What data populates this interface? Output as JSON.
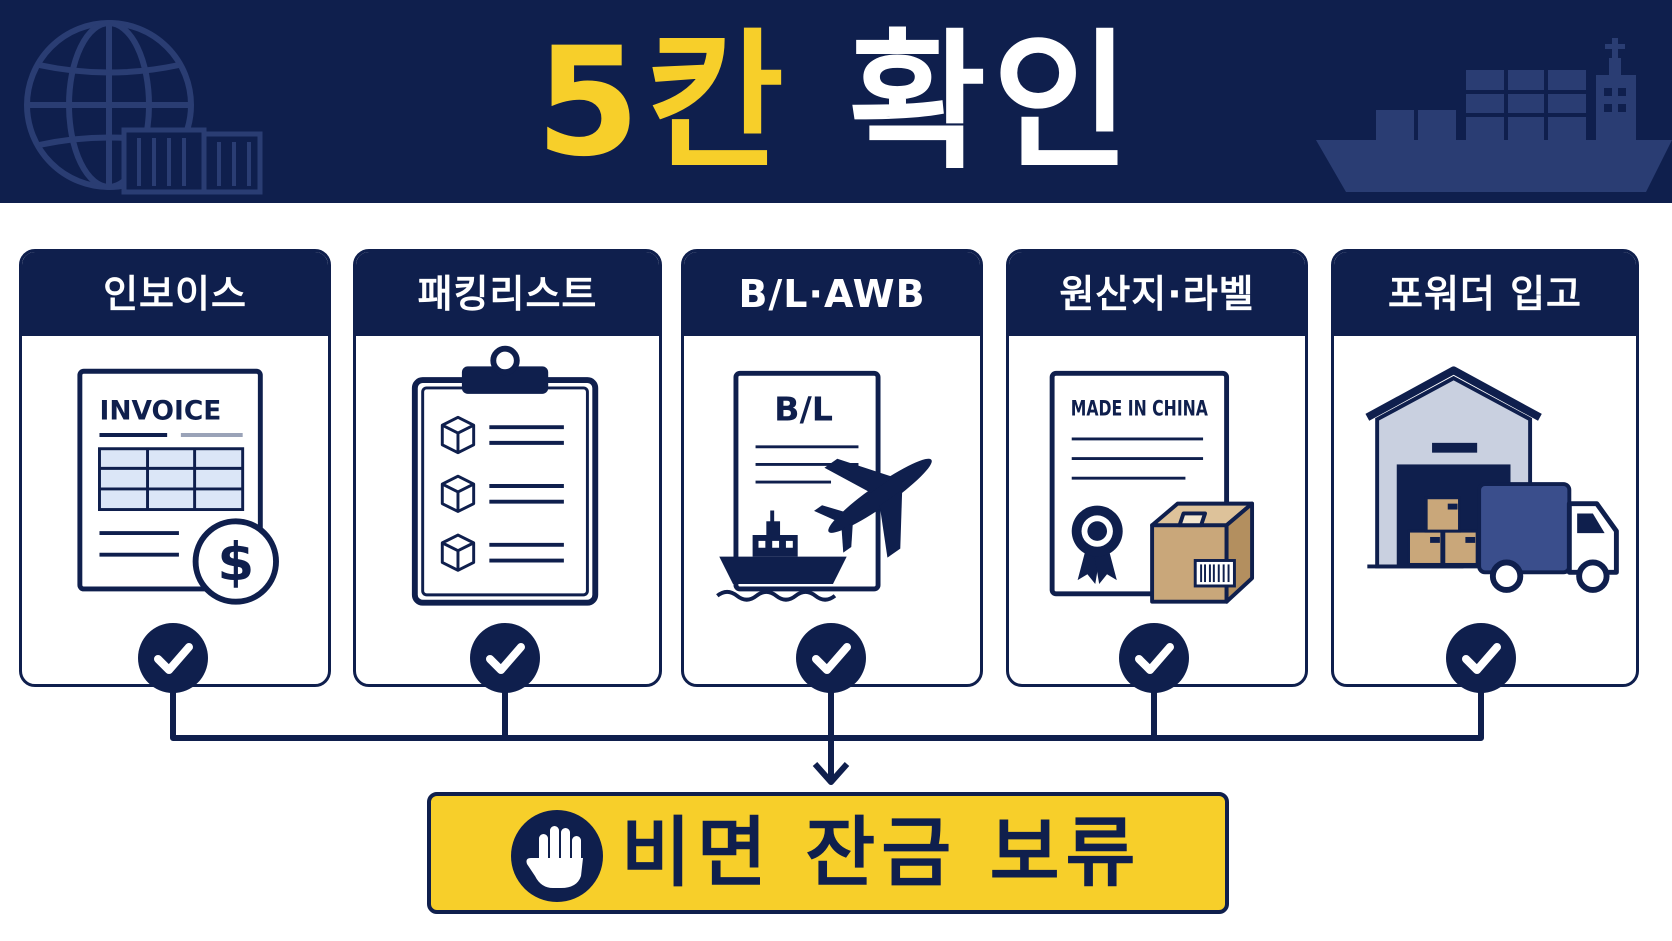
{
  "header": {
    "title_accent": "5칸",
    "title_main": "확인",
    "decor_left": "globe-containers-icon",
    "decor_right": "cargo-ship-icon"
  },
  "cards": [
    {
      "label": "인보이스",
      "icon": "invoice-dollar-icon",
      "doc_text": "INVOICE"
    },
    {
      "label": "패킹리스트",
      "icon": "clipboard-boxes-icon",
      "doc_text": ""
    },
    {
      "label": "B/L·AWB",
      "icon": "bill-of-lading-ship-plane-icon",
      "doc_text": "B/L"
    },
    {
      "label": "원산지·라벨",
      "icon": "certificate-box-icon",
      "doc_text": "MADE IN CHINA"
    },
    {
      "label": "포워더 입고",
      "icon": "warehouse-truck-icon",
      "doc_text": ""
    }
  ],
  "check_icon": "checkmark-circle-icon",
  "result": {
    "label": "비면 잔금 보류",
    "icon": "stop-hand-icon"
  },
  "colors": {
    "navy": "#0f1f4d",
    "yellow": "#f7cf2a",
    "white": "#ffffff",
    "kraft": "#c9a77a",
    "light_blue": "#dbe6f7",
    "header_art": "#2a3d73"
  }
}
